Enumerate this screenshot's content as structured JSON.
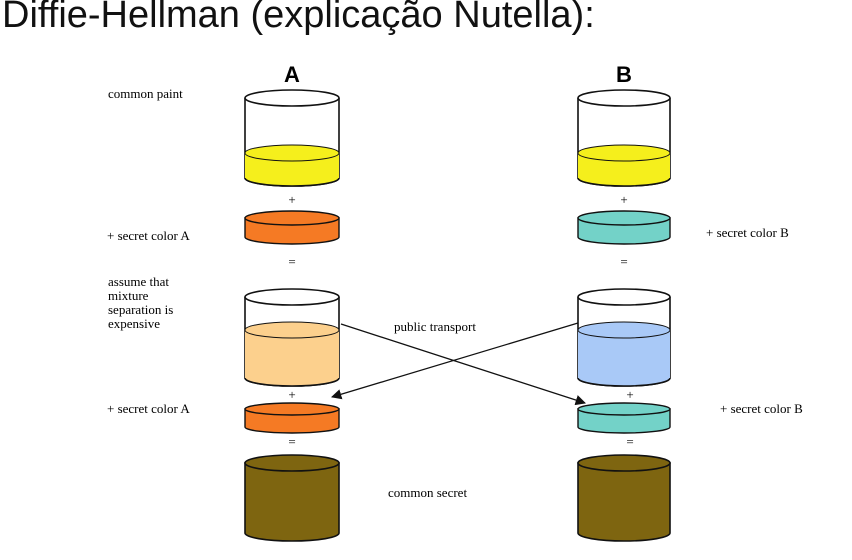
{
  "title": "Diffie-Hellman (explicação Nutella):",
  "columns": {
    "a": "A",
    "b": "B"
  },
  "labels": {
    "common_paint": "common paint",
    "secret_a_1": "+ secret color  A",
    "secret_b_1": "+ secret color B",
    "note_line1": "assume that",
    "note_line2": "mixture",
    "note_line3": "separation is",
    "note_line4": "expensive",
    "public_transport": "public transport",
    "secret_a_2": "+ secret color  A",
    "secret_b_2": "+ secret color B",
    "common_secret": "common secret"
  },
  "operators": {
    "plus": "+",
    "equals": "="
  },
  "colors": {
    "common_paint": "#f5ef1c",
    "secret_a": "#f57a24",
    "secret_b": "#73d2c8",
    "mix_a": "#fcd08d",
    "mix_b": "#a9c9f7",
    "common_secret": "#7e6510"
  }
}
